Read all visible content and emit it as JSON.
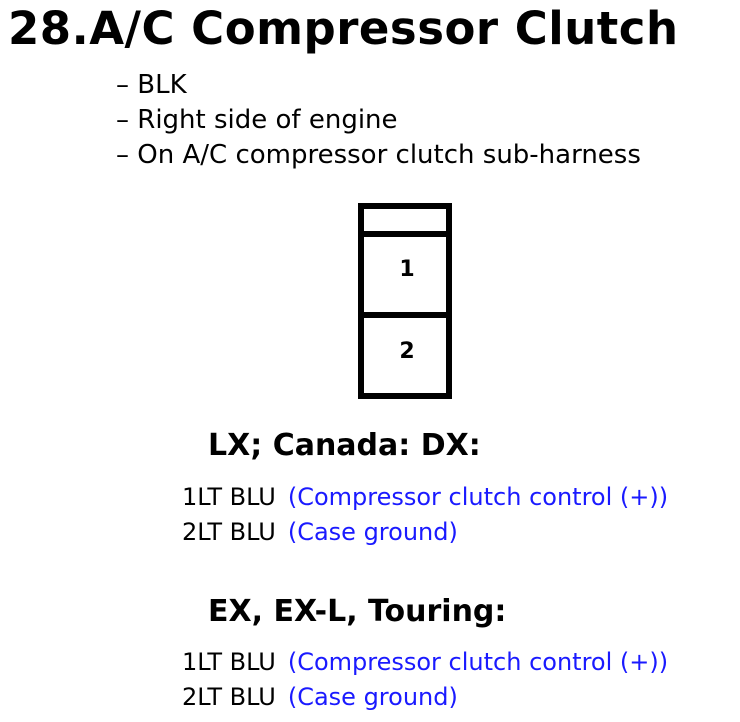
{
  "title": "28.A/C Compressor Clutch",
  "notes": [
    "– BLK",
    "– Right side of engine",
    "– On A/C compressor clutch sub-harness"
  ],
  "connector": {
    "pins": [
      "1",
      "2"
    ]
  },
  "sections": [
    {
      "heading": "LX; Canada: DX:",
      "rows": [
        {
          "pin": "1",
          "wire": "LT BLU",
          "desc": "(Compressor clutch control (+))"
        },
        {
          "pin": "2",
          "wire": "LT BLU",
          "desc": "(Case ground)"
        }
      ]
    },
    {
      "heading": "EX, EX-L, Touring:",
      "rows": [
        {
          "pin": "1",
          "wire": "LT BLU",
          "desc": "(Compressor clutch control (+))"
        },
        {
          "pin": "2",
          "wire": "LT BLU",
          "desc": "(Case ground)"
        }
      ]
    }
  ],
  "colors": {
    "description": "#1a1aff"
  }
}
